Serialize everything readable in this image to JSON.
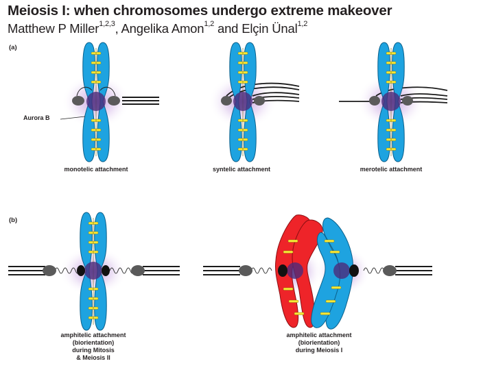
{
  "title": "Meiosis I: when chromosomes undergo extreme makeover",
  "authors": [
    {
      "name": "Matthew P Miller",
      "aff": "1,2,3",
      "sep": ", "
    },
    {
      "name": "Angelika Amon",
      "aff": "1,2",
      "sep": " and "
    },
    {
      "name": "Elçin Ünal",
      "aff": "1,2",
      "sep": ""
    }
  ],
  "panels": {
    "a": "(a)",
    "b": "(b)"
  },
  "labels": {
    "aurora": "Aurora B"
  },
  "captions": {
    "mono": [
      "monotelic attachment"
    ],
    "syn": [
      "syntelic attachment"
    ],
    "mero": [
      "merotelic attachment"
    ],
    "amph_mitosis": [
      "amphitelic attachment",
      "(biorientation)",
      "during Mitosis",
      "& Meiosis II"
    ],
    "amph_meiosis": [
      "amphitelic attachment",
      "(biorientation)",
      "during Meiosis I"
    ]
  },
  "colors": {
    "chromatid_blue": "#1ea3e0",
    "chromatid_red": "#ee2429",
    "cohesin_band": "#f7e837",
    "aurora_glow": "#9b5fc0",
    "kinetochore": "#5a5a5a",
    "microtubule": "#1a1a1a"
  }
}
